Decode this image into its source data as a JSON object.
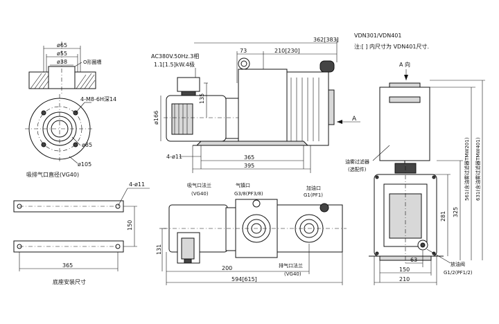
{
  "header": {
    "models": "VDN301/VDN401",
    "note": "注:[ ] 内尺寸为 VDN401尺寸."
  },
  "flange_view": {
    "dim_d65": "ø65",
    "dim_d55": "ø55",
    "dim_d38": "ø38",
    "oring_label": "O形圈槽",
    "bolt_label": "4-M8-6H深14",
    "dim_d85": "ø85",
    "dim_d105": "ø105",
    "caption": "吸排气口直径(VG40)"
  },
  "base_view": {
    "holes": "4-ø11",
    "dim_150": "150",
    "dim_365": "365",
    "caption": "底座安装尺寸"
  },
  "front_view": {
    "dim_362": "362[383]",
    "dim_73": "73",
    "dim_210": "210[230]",
    "motor_spec_1": "AC380V.50Hz.3相",
    "motor_spec_2": "1.1[1.5]kW.4极",
    "dim_135": "135",
    "dim_166": "ø166",
    "holes": "4-ø11",
    "dim_365": "365",
    "dim_395": "395",
    "arrow_a": "A"
  },
  "top_view": {
    "suction_flange": "吸气口法兰",
    "vg40_1": "(VG40)",
    "ballast": "气镇口",
    "ballast_thread": "G3/8(PF3/8)",
    "oil_fill": "加油口",
    "oil_fill_thread": "G1(PF1)",
    "dim_131": "131",
    "dim_200": "200",
    "exhaust_flange": "排气口法兰",
    "vg40_2": "(VG40)",
    "dim_594": "594[615]"
  },
  "side_view": {
    "view_label": "A 向",
    "mist_filter_1": "油雾过滤器",
    "mist_filter_2": "(选配件)",
    "dim_281": "281",
    "dim_325": "325",
    "dim_561": "561(含油雾过滤器TMW201)",
    "dim_631": "631(含油雾过滤器TMW401)",
    "dim_63": "63",
    "dim_150": "150",
    "dim_210": "210",
    "drain_1": "放油阀",
    "drain_2": "G1/2(PF1/2)"
  }
}
